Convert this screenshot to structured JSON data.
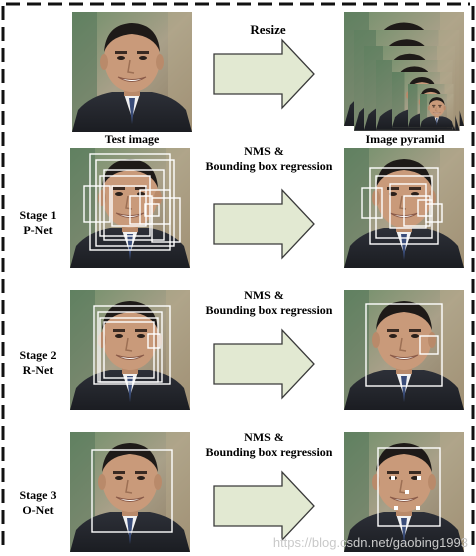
{
  "resize_label": "Resize",
  "left_column_label": "Test image",
  "right_column_label": "Image pyramid",
  "nms_label": [
    "NMS &",
    "Bounding box regression"
  ],
  "stages": [
    {
      "stage": "Stage 1",
      "net": "P-Net"
    },
    {
      "stage": "Stage 2",
      "net": "R-Net"
    },
    {
      "stage": "Stage 3",
      "net": "O-Net"
    }
  ],
  "watermark": "https://blog.csdn.net/gaobing1993",
  "colors": {
    "arrow_fill": "#e2e9d2",
    "arrow_stroke": "#3a3a3a",
    "box": "#ffffff",
    "dashed_border": "#111111"
  }
}
